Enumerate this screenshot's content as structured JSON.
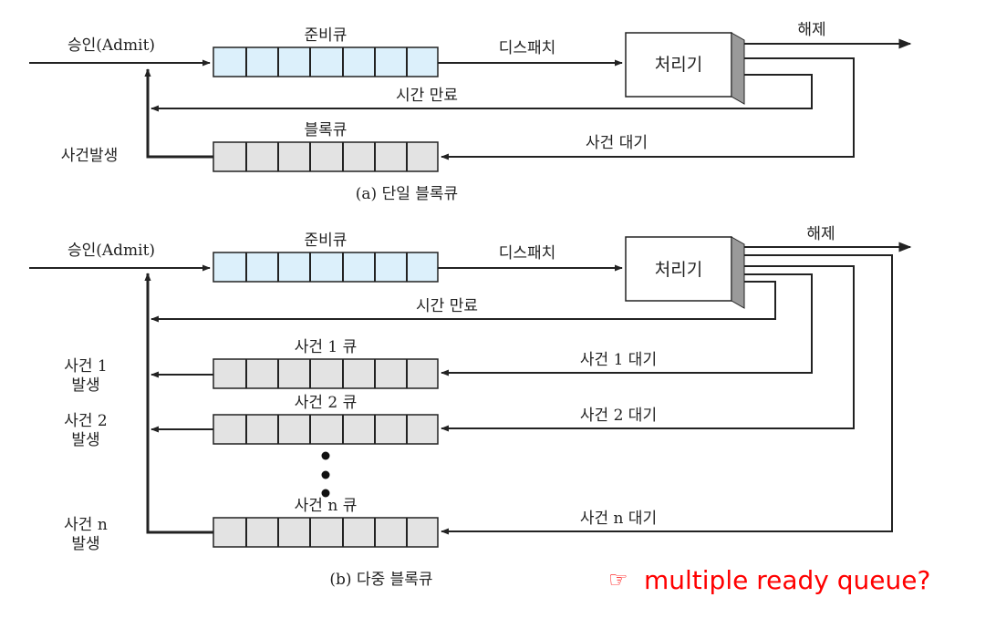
{
  "colors": {
    "ready_queue_fill": "#dcf0fb",
    "blocked_queue_fill": "#e3e3e3",
    "line": "#222222",
    "note": "#ff0000"
  },
  "diagram_a": {
    "caption": "(a) 단일 블록큐",
    "admit_label": "승인(Admit)",
    "ready_queue_label": "준비큐",
    "dispatch_label": "디스패치",
    "processor_label": "처리기",
    "release_label": "해제",
    "timeout_label": "시간 만료",
    "blocked_queue_label": "블록큐",
    "event_wait_label": "사건 대기",
    "event_occurs_label": "사건발생"
  },
  "diagram_b": {
    "caption": "(b) 다중 블록큐",
    "admit_label": "승인(Admit)",
    "ready_queue_label": "준비큐",
    "dispatch_label": "디스패치",
    "processor_label": "처리기",
    "release_label": "해제",
    "timeout_label": "시간 만료",
    "event_queues": [
      {
        "queue_label": "사건 1 큐",
        "wait_label": "사건 1 대기",
        "occurs_line1": "사건 1",
        "occurs_line2": "발생"
      },
      {
        "queue_label": "사건 2 큐",
        "wait_label": "사건 2 대기",
        "occurs_line1": "사건 2",
        "occurs_line2": "발생"
      },
      {
        "queue_label": "사건 n 큐",
        "wait_label": "사건 n 대기",
        "occurs_line1": "사건 n",
        "occurs_line2": "발생"
      }
    ]
  },
  "note": {
    "icon": "pointing-hand-icon",
    "icon_glyph": "☞",
    "text": "multiple ready queue?"
  }
}
